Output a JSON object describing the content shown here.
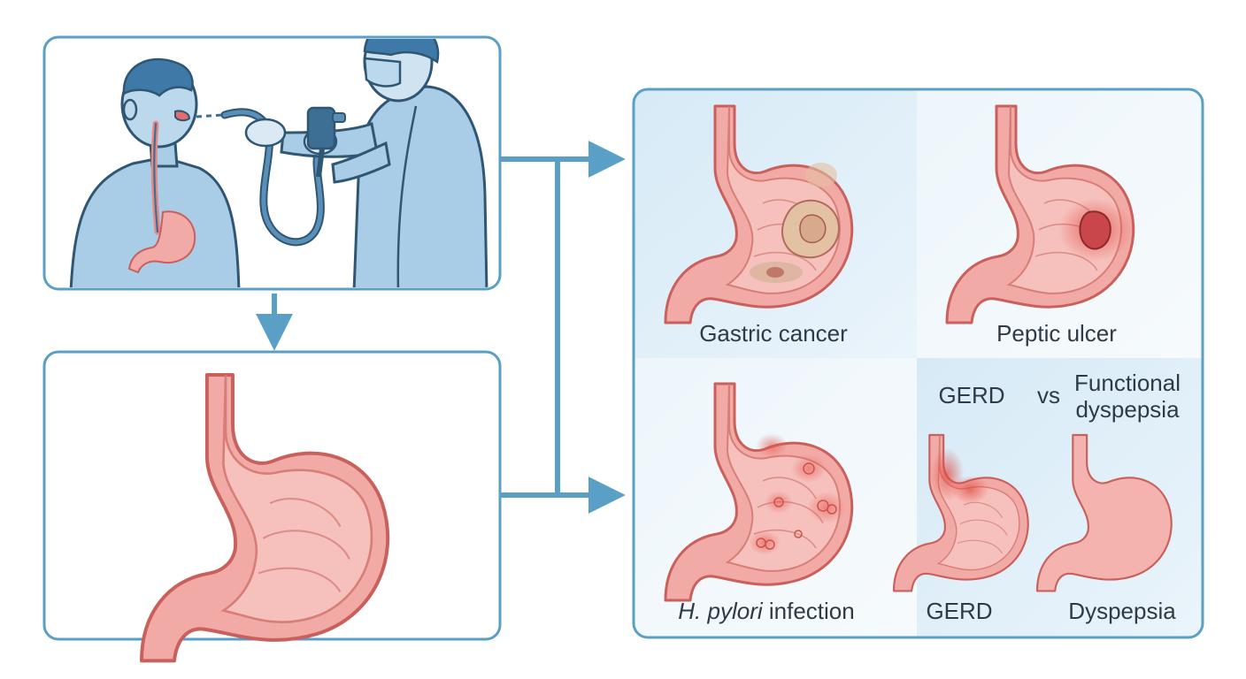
{
  "labels": {
    "gastric_cancer": "Gastric cancer",
    "peptic_ulcer": "Peptic ulcer",
    "h_pylori_italic": "H. pylori",
    "h_pylori_rest": " infection",
    "gerd_top": "GERD",
    "vs": "vs",
    "functional_line1": "Functional",
    "functional_line2": "dyspepsia",
    "gerd_bottom": "GERD",
    "dyspepsia": "Dyspepsia"
  },
  "colors": {
    "frame": "#5a9fc6",
    "arrow": "#5a9fc6",
    "panel_bg_a": "#dcedf7",
    "panel_bg_b": "#edf6fb",
    "tissue": "#f2aaa6",
    "tissue_inner": "#f7c4c0",
    "tissue_line": "#c9605c",
    "person": "#a9cde6",
    "person_line": "#2f5673",
    "scope": "#3d6f95"
  }
}
